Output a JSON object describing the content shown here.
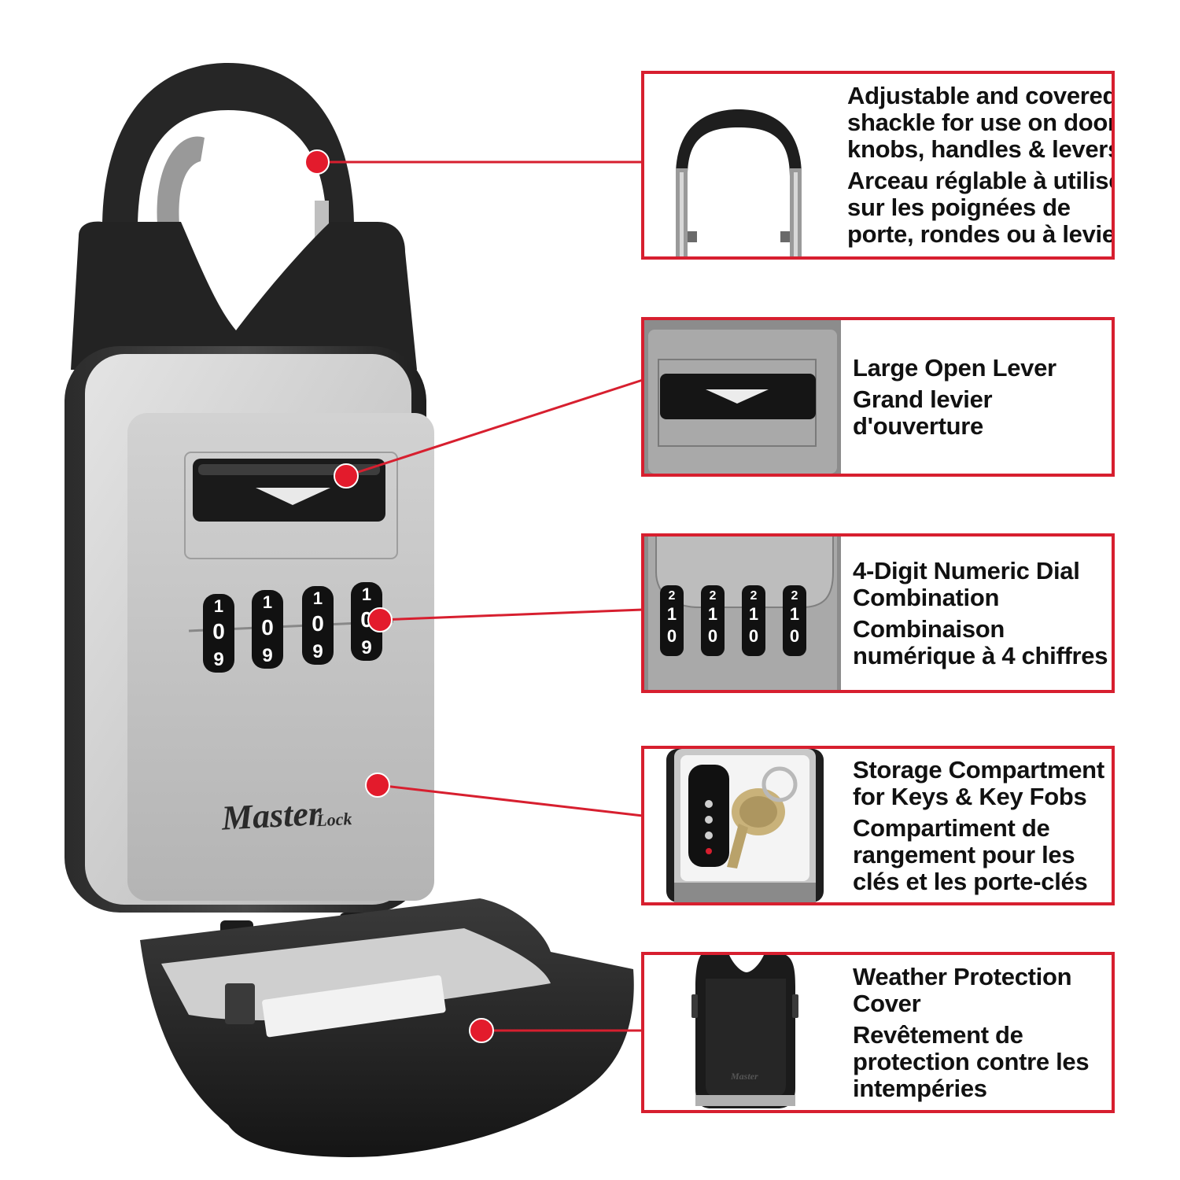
{
  "brand": {
    "name": "Master",
    "sub": "Lock"
  },
  "dial_digits": {
    "top": "1",
    "middle": "0",
    "bottom": "9"
  },
  "thumb_dial_digits": {
    "top": "2",
    "middle": "1",
    "bottom": "0"
  },
  "colors": {
    "callout_border": "#d71f2f",
    "leader_line": "#d71f2f",
    "marker_dot": "#e31b2c"
  },
  "callouts": [
    {
      "id": "shackle",
      "en": [
        "Adjustable and covered",
        "shackle for use on door",
        "knobs, handles & levers"
      ],
      "fr": [
        "Arceau réglable à utiliser",
        "sur les poignées de",
        "porte, rondes ou à levier"
      ]
    },
    {
      "id": "lever",
      "en": [
        "Large Open Lever"
      ],
      "fr": [
        "Grand levier",
        "d'ouverture"
      ]
    },
    {
      "id": "dial",
      "en": [
        "4-Digit Numeric Dial",
        "Combination"
      ],
      "fr": [
        "Combinaison",
        "numérique à 4 chiffres"
      ]
    },
    {
      "id": "storage",
      "en": [
        "Storage Compartment",
        "for Keys & Key Fobs"
      ],
      "fr": [
        "Compartiment de",
        "rangement pour les",
        "clés et les porte-clés"
      ]
    },
    {
      "id": "cover",
      "en": [
        "Weather Protection",
        "Cover"
      ],
      "fr": [
        "Revêtement de",
        "protection contre les",
        "intempéries"
      ]
    }
  ]
}
